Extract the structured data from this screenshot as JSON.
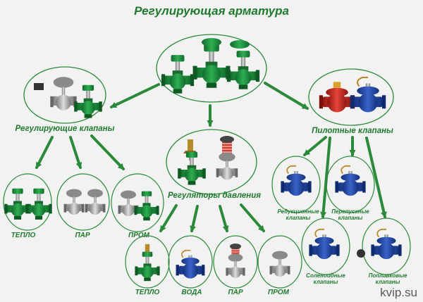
{
  "title": "Регулирующая арматура",
  "categories": {
    "regulating_valves": "Регулирующие клапаны",
    "pressure_regulators": "Регуляторы давления",
    "pilot_valves": "Пилотные клапаны"
  },
  "regulating_leaves": [
    "ТЕПЛО",
    "ПАР",
    "ПРОМ"
  ],
  "pressure_leaves": [
    "ТЕПЛО",
    "ВОДА",
    "ПАР",
    "ПРОМ"
  ],
  "pilot_leaves": {
    "reduction": [
      "Редукционные",
      "клапаны"
    ],
    "bypass": [
      "Перепускные",
      "клапаны"
    ],
    "solenoid": [
      "Соленоидные",
      "клапаны"
    ],
    "float": [
      "Поплавковые",
      "клапаны"
    ]
  },
  "watermark": "kvip.su",
  "colors": {
    "accent_green": "#1f7a2e",
    "ellipse_stroke": "#2a8a3a",
    "valve_green": "#1f8a3c",
    "valve_blue": "#1c3f9a",
    "valve_red": "#c7281e"
  }
}
